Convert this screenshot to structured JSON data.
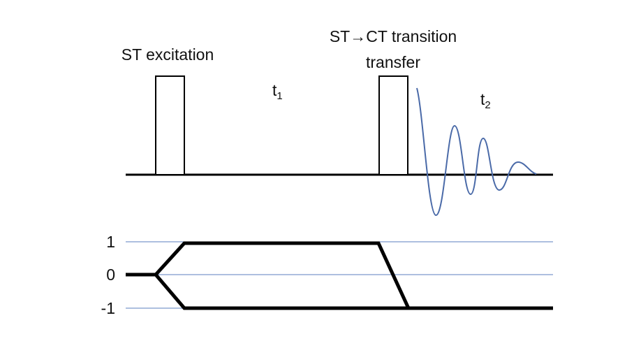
{
  "labels": {
    "st_excitation": "ST excitation",
    "transfer_line1": "ST→CT transition",
    "transfer_line2": "transfer",
    "t1_main": "t",
    "t1_sub": "1",
    "t2_main": "t",
    "t2_sub": "2"
  },
  "levels": {
    "plus_one": "1",
    "zero": "0",
    "minus_one": "-1"
  },
  "colors": {
    "line": "#000000",
    "fid": "#4a6aa8",
    "level_line": "#5b7fbf"
  }
}
